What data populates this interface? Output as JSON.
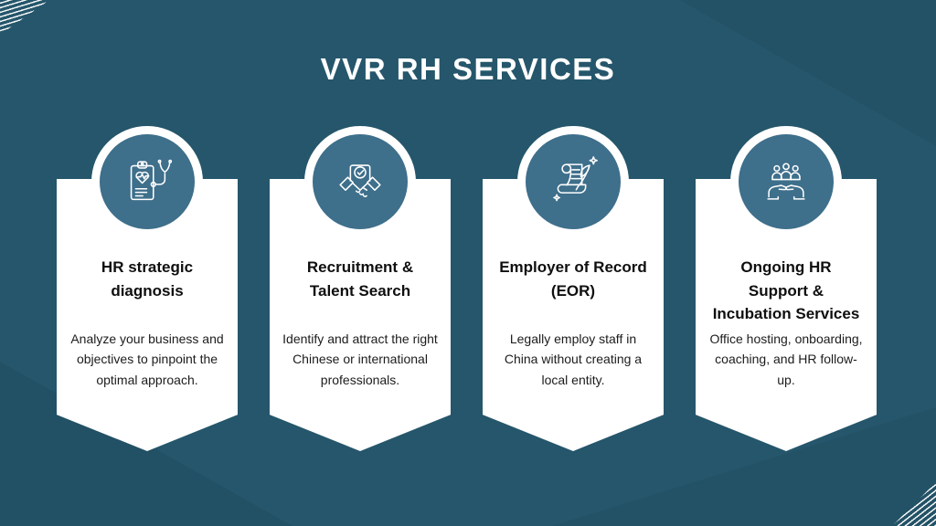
{
  "title": "VVR RH SERVICES",
  "colors": {
    "background": "#25566B",
    "card": "#FFFFFF",
    "icon_circle": "#3E6F8B",
    "title_text": "#FFFFFF",
    "card_title_text": "#0F0F0F",
    "card_body_text": "#1C1C1C",
    "corner_stripes": "#FFFFFF"
  },
  "cards": [
    {
      "icon": "medical-diagnosis-icon",
      "title": "HR strategic diagnosis",
      "description": "Analyze your business and objectives to pinpoint the optimal approach."
    },
    {
      "icon": "handshake-agreement-icon",
      "title": "Recruitment & Talent Search",
      "description": "Identify and attract the right Chinese or international professionals."
    },
    {
      "icon": "contract-signing-icon",
      "title": "Employer of Record (EOR)",
      "description": "Legally employ staff in China without creating a local entity."
    },
    {
      "icon": "team-support-icon",
      "title": "Ongoing HR Support & Incubation Services",
      "description": "Office hosting, onboarding, coaching, and HR follow-up."
    }
  ]
}
